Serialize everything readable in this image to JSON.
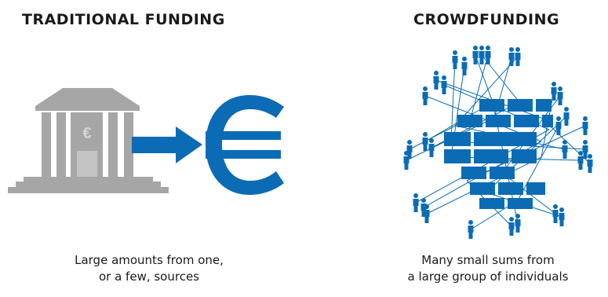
{
  "left_panel": {
    "title": "TRADITIONAL FUNDING",
    "bank_symbol": "€",
    "euro_symbol": "€",
    "caption_line1": "Large amounts from one,",
    "caption_line2": "or a few, sources"
  },
  "right_panel": {
    "title": "CROWDFUNDING",
    "caption_line1": "Many small sums from",
    "caption_line2": "a large group of individuals"
  },
  "colors": {
    "accent_blue": "#0b6cb5",
    "bank_gray": "#a6a6a6",
    "bank_dark": "#8c8c8c"
  }
}
